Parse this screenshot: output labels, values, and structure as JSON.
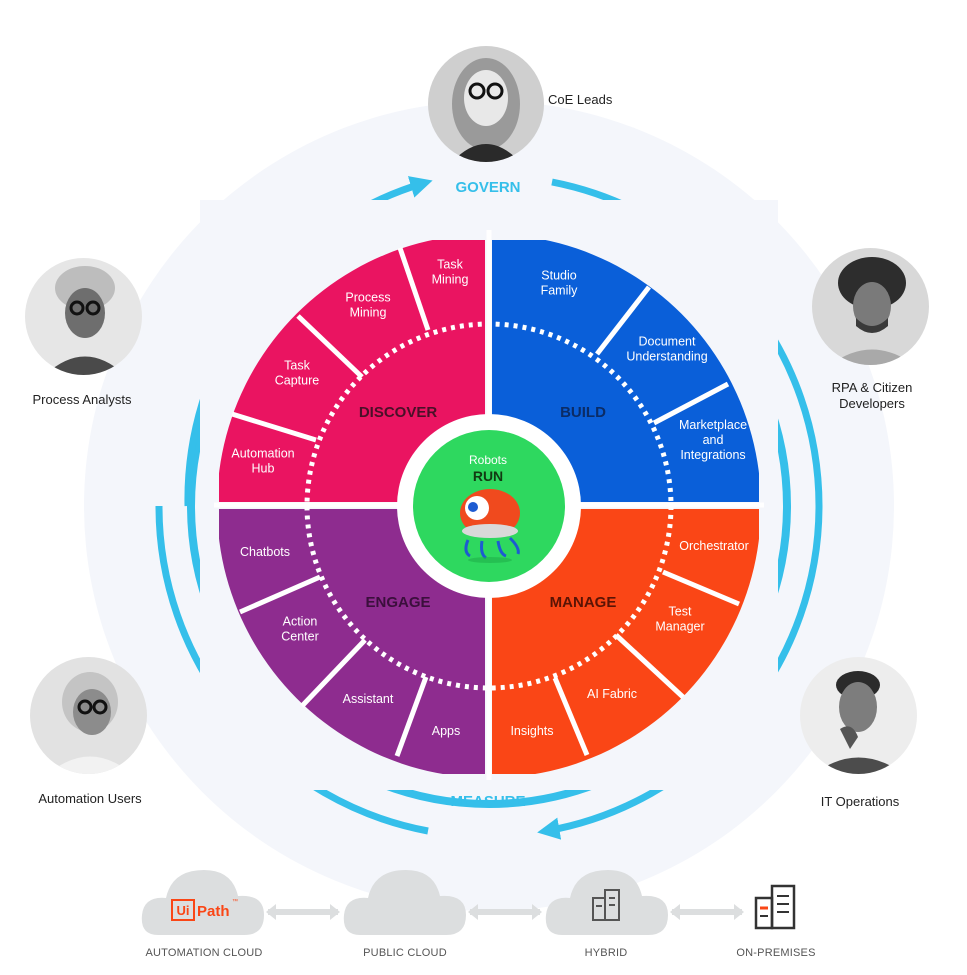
{
  "personas": {
    "coe": {
      "label": "CoE Leads"
    },
    "analysts": {
      "label": "Process Analysts"
    },
    "developers": {
      "label": "RPA & Citizen Developers"
    },
    "users": {
      "label": "Automation Users"
    },
    "itops": {
      "label": "IT Operations"
    }
  },
  "cycle": {
    "govern": "GOVERN",
    "measure": "MEASURE"
  },
  "center": {
    "robots": "Robots",
    "run": "RUN"
  },
  "quadrants": {
    "discover": {
      "title": "DISCOVER",
      "items": [
        {
          "lines": [
            "Task",
            "Mining"
          ]
        },
        {
          "lines": [
            "Process",
            "Mining"
          ]
        },
        {
          "lines": [
            "Task",
            "Capture"
          ]
        },
        {
          "lines": [
            "Automation",
            "Hub"
          ]
        }
      ]
    },
    "build": {
      "title": "BUILD",
      "items": [
        {
          "lines": [
            "Studio",
            "Family"
          ]
        },
        {
          "lines": [
            "Document",
            "Understanding"
          ]
        },
        {
          "lines": [
            "Marketplace",
            "and",
            "Integrations"
          ]
        }
      ]
    },
    "engage": {
      "title": "ENGAGE",
      "items": [
        {
          "lines": [
            "Chatbots"
          ]
        },
        {
          "lines": [
            "Action",
            "Center"
          ]
        },
        {
          "lines": [
            "Assistant"
          ]
        },
        {
          "lines": [
            "Apps"
          ]
        }
      ]
    },
    "manage": {
      "title": "MANAGE",
      "items": [
        {
          "lines": [
            "Orchestrator"
          ]
        },
        {
          "lines": [
            "Test",
            "Manager"
          ]
        },
        {
          "lines": [
            "AI Fabric"
          ]
        },
        {
          "lines": [
            "Insights"
          ]
        }
      ]
    }
  },
  "deployment": [
    {
      "label": "AUTOMATION CLOUD",
      "logo": {
        "box": "Ui",
        "text": "Path",
        "tm": "™"
      }
    },
    {
      "label": "PUBLIC CLOUD"
    },
    {
      "label": "HYBRID"
    },
    {
      "label": "ON-PREMISES"
    }
  ],
  "colors": {
    "discover": "#ea1461",
    "build": "#0a5fd9",
    "engage": "#8e2c8f",
    "manage": "#fa4616",
    "run": "#2ed85f",
    "cycle": "#35bfea",
    "halo": "#f4f6fb",
    "cloud": "#dcdedf",
    "uipath_orange": "#fa4616"
  }
}
